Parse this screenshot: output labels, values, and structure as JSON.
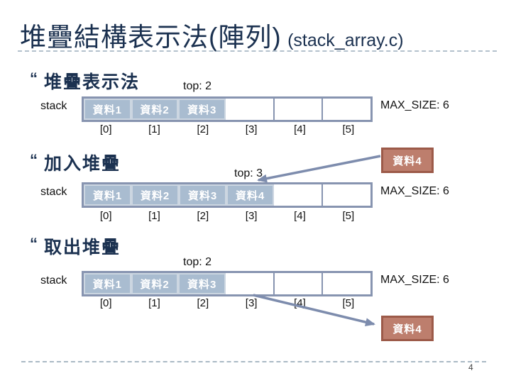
{
  "slide": {
    "title": "堆疊結構表示法(陣列)",
    "title_suffix": "(stack_array.c)",
    "page_number": "4"
  },
  "colors": {
    "heading_text": "#1b3150",
    "array_border": "#8794b0",
    "cell_fill": "#a9bcd0",
    "cell_text": "#ffffff",
    "float_box_fill": "#bd7e6d",
    "float_box_border": "#9c5a49",
    "arrow": "#7d8cad"
  },
  "sections": [
    {
      "bullet": "“",
      "heading": "堆疊表示法",
      "top_label": "top: 2",
      "stack_label": "stack",
      "max_size_label": "MAX_SIZE: 6",
      "cells": [
        "資料1",
        "資料2",
        "資料3",
        "",
        "",
        ""
      ],
      "indices": [
        "[0]",
        "[1]",
        "[2]",
        "[3]",
        "[4]",
        "[5]"
      ]
    },
    {
      "bullet": "“",
      "heading": "加入堆疊",
      "top_label": "top: 3",
      "stack_label": "stack",
      "max_size_label": "MAX_SIZE: 6",
      "cells": [
        "資料1",
        "資料2",
        "資料3",
        "資料4",
        "",
        ""
      ],
      "indices": [
        "[0]",
        "[1]",
        "[2]",
        "[3]",
        "[4]",
        "[5]"
      ],
      "floating_box": "資料4"
    },
    {
      "bullet": "“",
      "heading": "取出堆疊",
      "top_label": "top: 2",
      "stack_label": "stack",
      "max_size_label": "MAX_SIZE: 6",
      "cells": [
        "資料1",
        "資料2",
        "資料3",
        "",
        "",
        ""
      ],
      "indices": [
        "[0]",
        "[1]",
        "[2]",
        "[3]",
        "[4]",
        "[5]"
      ],
      "floating_box": "資料4"
    }
  ]
}
